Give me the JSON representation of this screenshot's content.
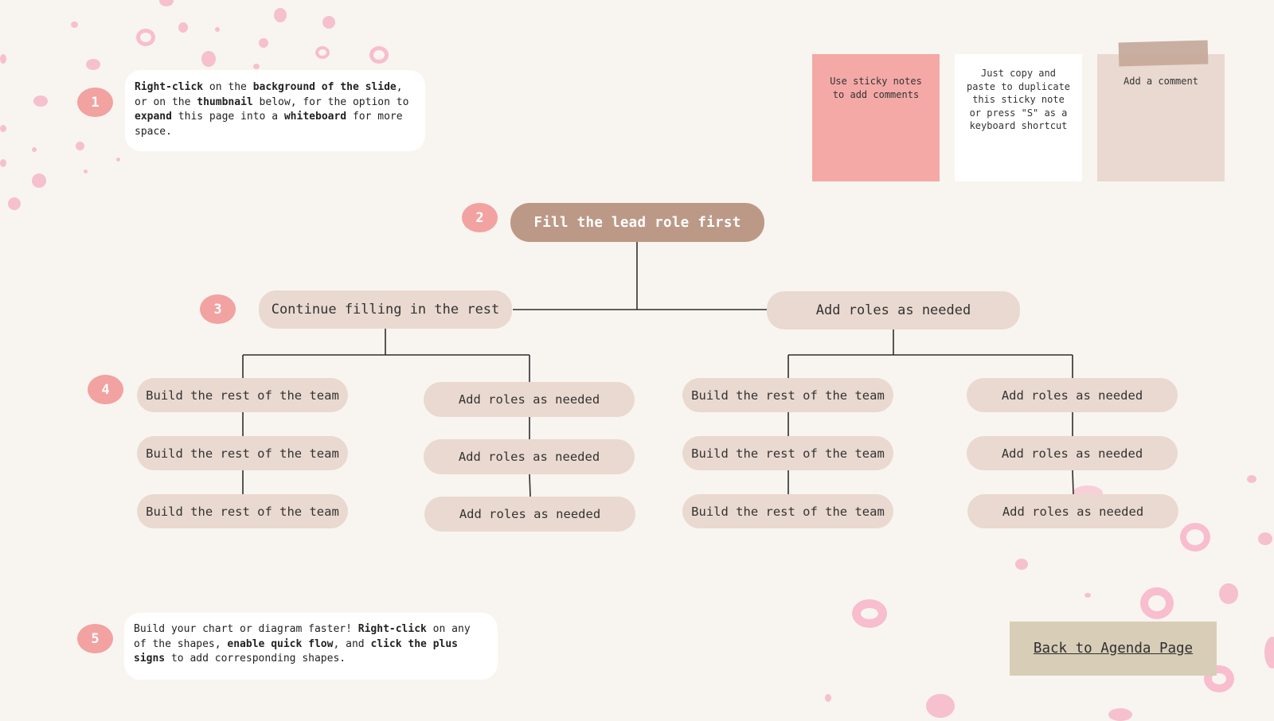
{
  "tips": {
    "t1": {
      "number": "1",
      "p1": "Right-click",
      "p2": " on the ",
      "p3": "background of the slide",
      "p4": ", or on the ",
      "p5": "thumbnail",
      "p6": " below, for the option to ",
      "p7": "expand",
      "p8": " this page into a ",
      "p9": "whiteboard",
      "p10": " for more space."
    },
    "t5": {
      "number": "5",
      "p1": "Build your chart or diagram faster! ",
      "p2": "Right-click",
      "p3": " on any of the shapes, ",
      "p4": "enable quick flow",
      "p5": ", and ",
      "p6": "click the plus signs",
      "p7": " to add corresponding shapes."
    }
  },
  "steps": {
    "s2": "2",
    "s3": "3",
    "s4": "4"
  },
  "stickies": [
    {
      "text": "Use sticky notes to add comments",
      "color": "#f4a9a7"
    },
    {
      "text": "Just copy and paste to duplicate this sticky note or press \"S\" as a keyboard shortcut",
      "color": "#ffffff"
    },
    {
      "text": "Add a comment",
      "color": "#ead9d1"
    }
  ],
  "org": {
    "lead": "Fill the lead role first",
    "level2": {
      "left": "Continue filling in the rest",
      "right": "Add roles as needed"
    },
    "col1": [
      "Build the rest of the team",
      "Build the rest of the team",
      "Build the rest of the team"
    ],
    "col2": [
      "Add roles as needed",
      "Add roles as needed",
      "Add roles as needed"
    ],
    "col3": [
      "Build the rest of the team",
      "Build the rest of the team",
      "Build the rest of the team"
    ],
    "col4": [
      "Add roles as needed",
      "Add roles as needed",
      "Add roles as needed"
    ]
  },
  "back_link": "Back to Agenda Page",
  "colors": {
    "background": "#f8f5f0",
    "pill": "#ead9d0",
    "lead": "#bc9987",
    "step_badge": "#f2a2a0",
    "accent_pink": "#f6b6c8"
  }
}
